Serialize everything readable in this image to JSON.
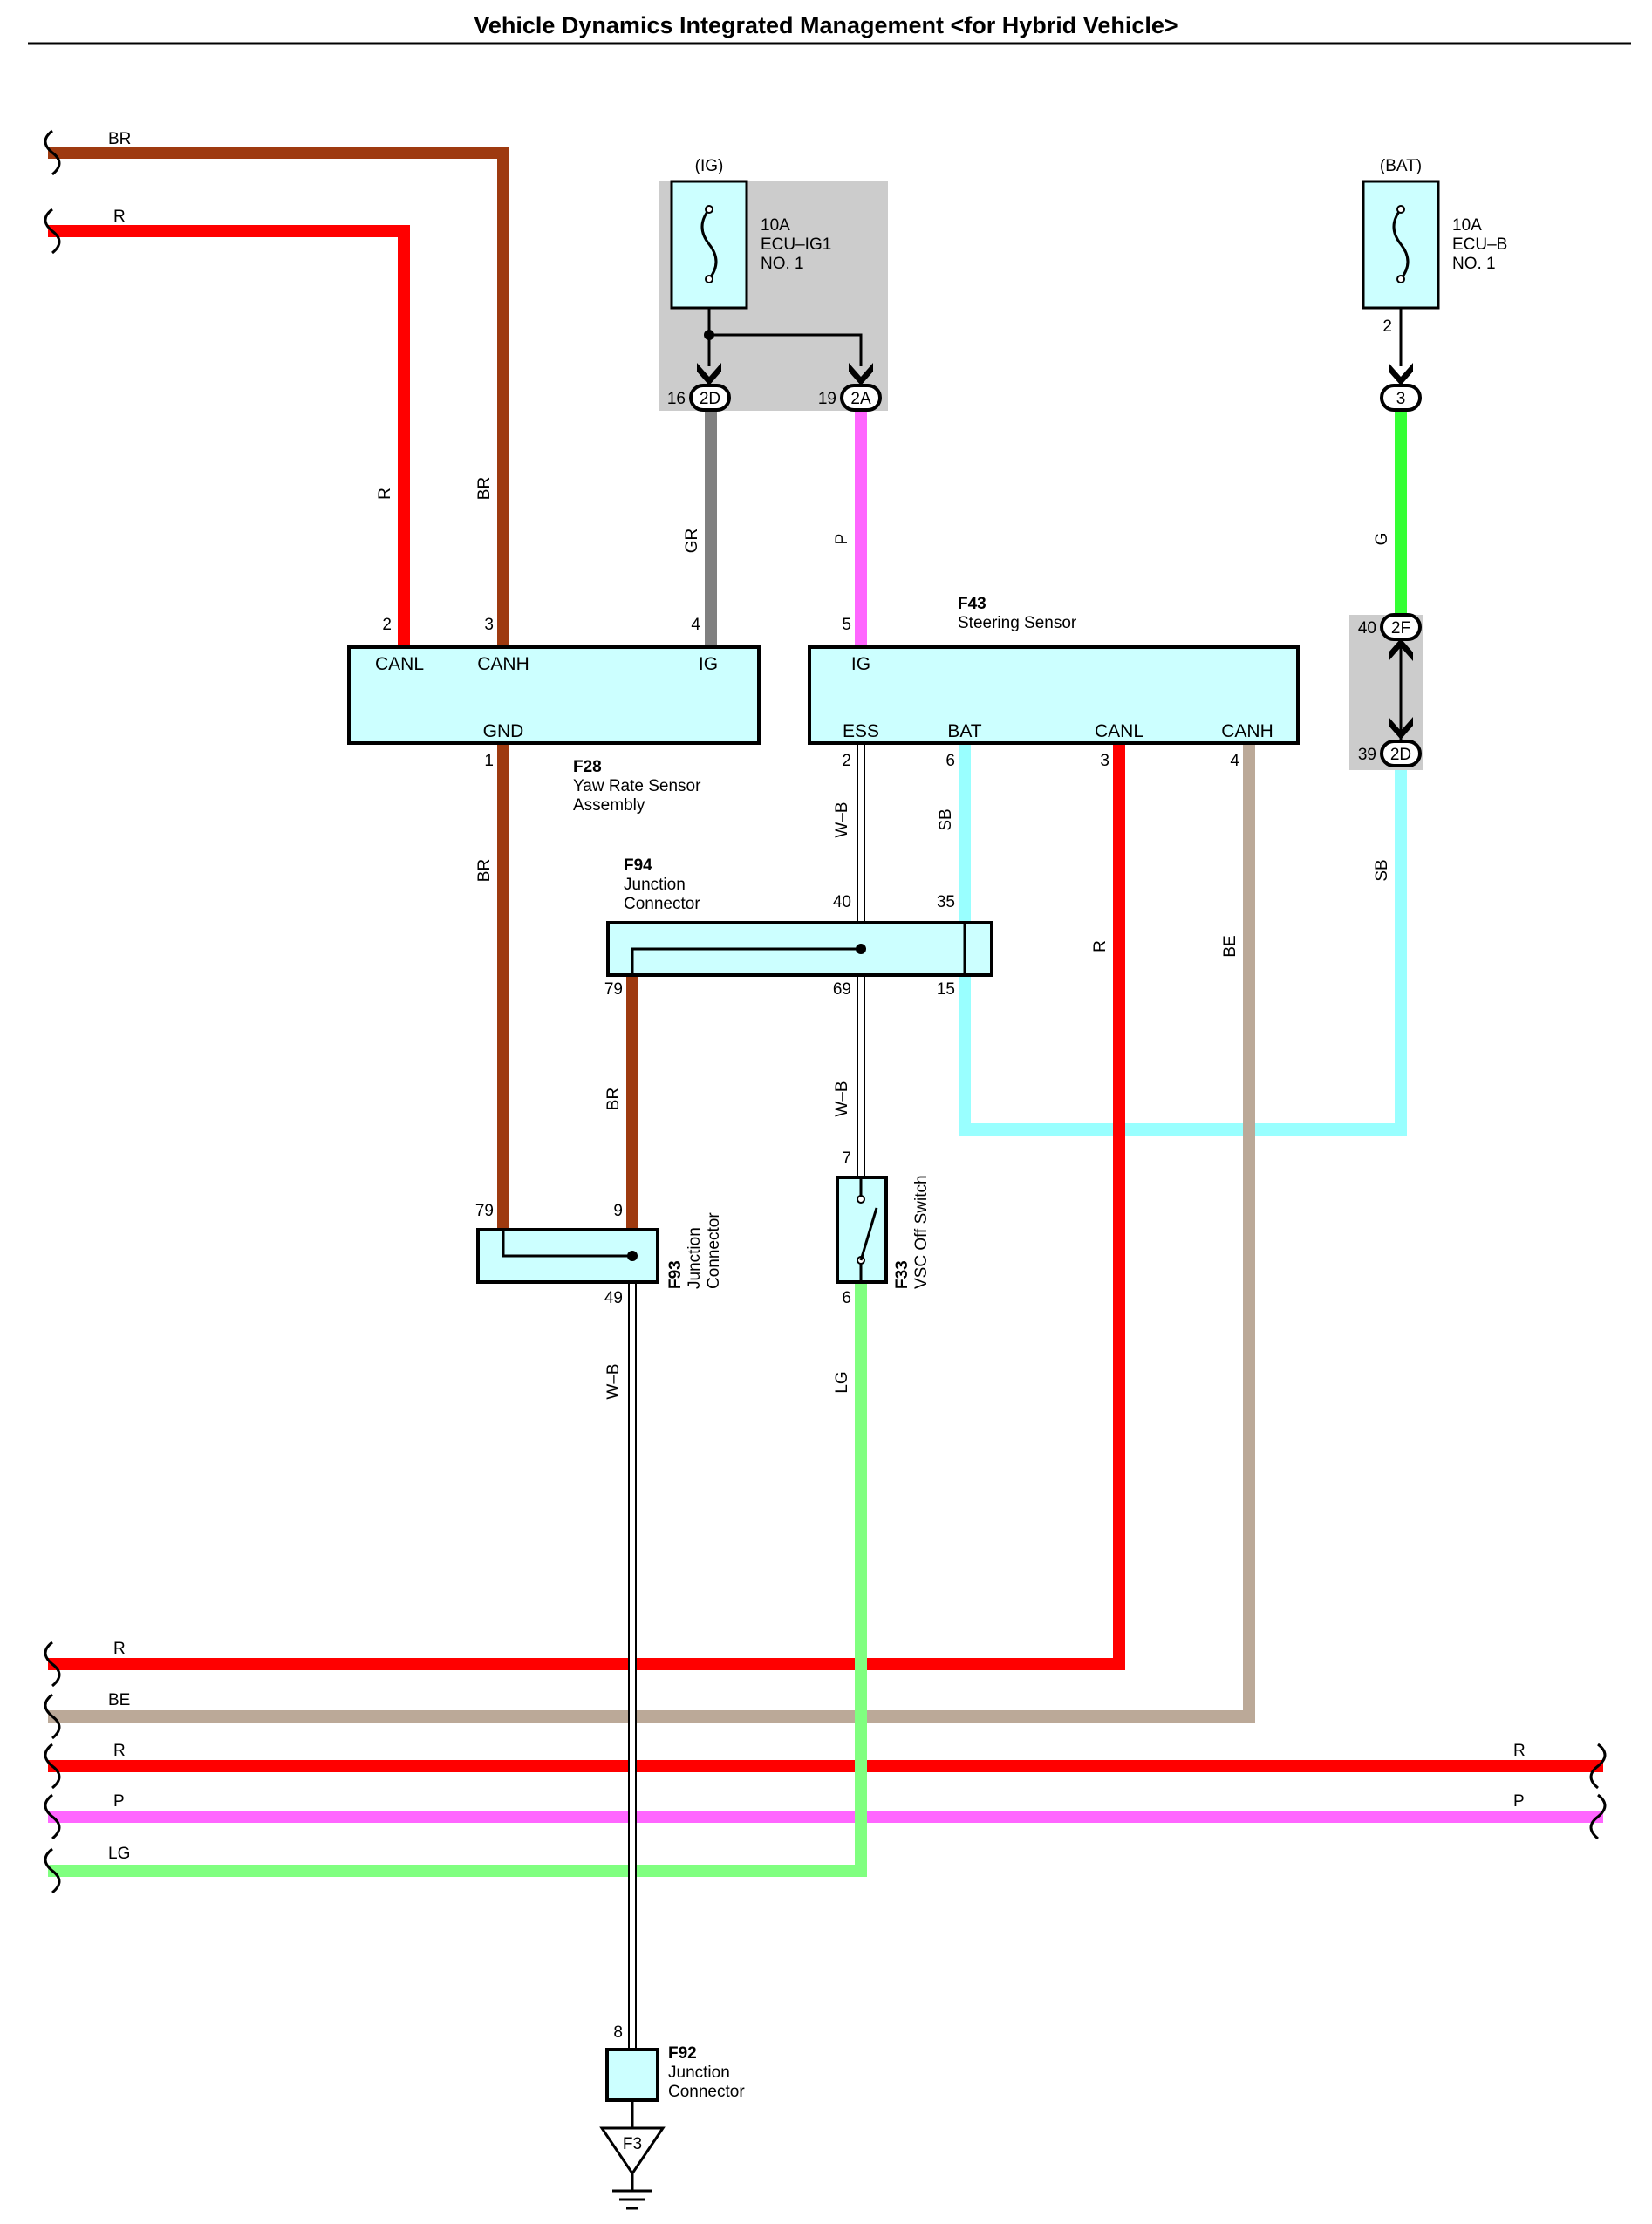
{
  "title": "Vehicle Dynamics Integrated Management <for Hybrid Vehicle>",
  "colors": {
    "BR": "#9e3a10",
    "R": "#ff0000",
    "GR": "#808080",
    "P": "#ff66ff",
    "G": "#33ff33",
    "SB": "#99ffff",
    "BE": "#bba998",
    "LG": "#80ff80",
    "component_fill": "#ccffff",
    "power_bg": "#cccccc"
  },
  "wires": {
    "br": "BR",
    "r": "R",
    "gr": "GR",
    "p": "P",
    "g": "G",
    "sb": "SB",
    "be": "BE",
    "lg": "LG",
    "wb": "W–B"
  },
  "power": {
    "ig_label": "(IG)",
    "bat_label": "(BAT)",
    "fuse_ig": {
      "rating": "10A",
      "name": "ECU–IG1",
      "no": "NO. 1"
    },
    "fuse_b": {
      "rating": "10A",
      "name": "ECU–B",
      "no": "NO. 1"
    }
  },
  "connectors": {
    "c2d": "2D",
    "c2a": "2A",
    "c3": "3",
    "c2f": "2F",
    "c2d_lower": "2D"
  },
  "pins": {
    "p16": "16",
    "p19": "19",
    "p2": "2",
    "p3": "3",
    "p4": "4",
    "p5": "5",
    "p1": "1",
    "p6": "6",
    "p40": "40",
    "p35": "35",
    "p79": "79",
    "p69": "69",
    "p15": "15",
    "p7": "7",
    "p9": "9",
    "p49": "49",
    "p8": "8",
    "p39": "39"
  },
  "components": {
    "f28": {
      "id": "F28",
      "line1": "Yaw Rate Sensor",
      "line2": "Assembly",
      "pins": {
        "canl": "CANL",
        "canh": "CANH",
        "ig": "IG",
        "gnd": "GND"
      }
    },
    "f43": {
      "id": "F43",
      "name": "Steering Sensor",
      "pins": {
        "ig": "IG",
        "ess": "ESS",
        "bat": "BAT",
        "canl": "CANL",
        "canh": "CANH"
      }
    },
    "f94": {
      "id": "F94",
      "line1": "Junction",
      "line2": "Connector"
    },
    "f93": {
      "id": "F93",
      "line1": "Junction",
      "line2": "Connector"
    },
    "f33": {
      "id": "F33",
      "name": "VSC Off Switch"
    },
    "f92": {
      "id": "F92",
      "line1": "Junction",
      "line2": "Connector"
    },
    "ground": "F3"
  }
}
